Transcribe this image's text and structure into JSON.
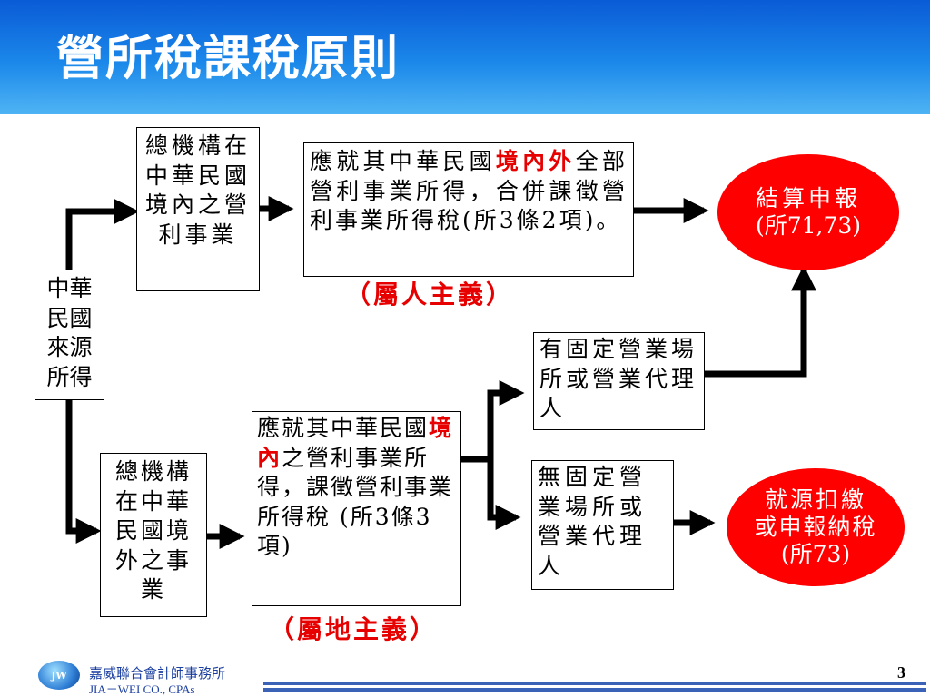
{
  "header": {
    "title": "營所稅課稅原則"
  },
  "boxes": {
    "source": "中華民國來源所得",
    "hq_domestic": "總機構在中華民國境內之營利事業",
    "hq_foreign": "總機構在中華民國境外之事業"
  },
  "domestic_rule": {
    "part1": "應就其中華民國",
    "part2": "境內外",
    "part3": "全部營利事業所得，合併課徵營利事業所得稅(所3條2項)。"
  },
  "foreign_rule": {
    "part1": "應就其中華民國",
    "part2": "境內",
    "part3": "之營利事業所得，課徵營利事業所得稅 (所3條3項)"
  },
  "captions": {
    "personal": "（屬人主義）",
    "territorial": "（屬地主義）"
  },
  "branches": {
    "fixed": "有固定營業場所或營業代理人",
    "no_fixed": "無固定營業場所或營業代理人"
  },
  "outcomes": {
    "settlement_line1": "結算申報",
    "settlement_line2": "(所71,73)",
    "withholding_line1": "就源扣繳",
    "withholding_line2": "或申報納稅",
    "withholding_line3": "(所73)"
  },
  "footer": {
    "firm_name": "嘉威聯合會計師事務所",
    "firm_en": "JIA－WEI CO., CPAs",
    "logo_text": "JW",
    "page_number": "3"
  },
  "colors": {
    "header_blue": "#1b88ea",
    "accent_red": "#ff0000",
    "footer_blue": "#3a63b8"
  },
  "icons": {
    "arrow": "right-arrow-icon",
    "up_arrow": "up-arrow-icon"
  }
}
